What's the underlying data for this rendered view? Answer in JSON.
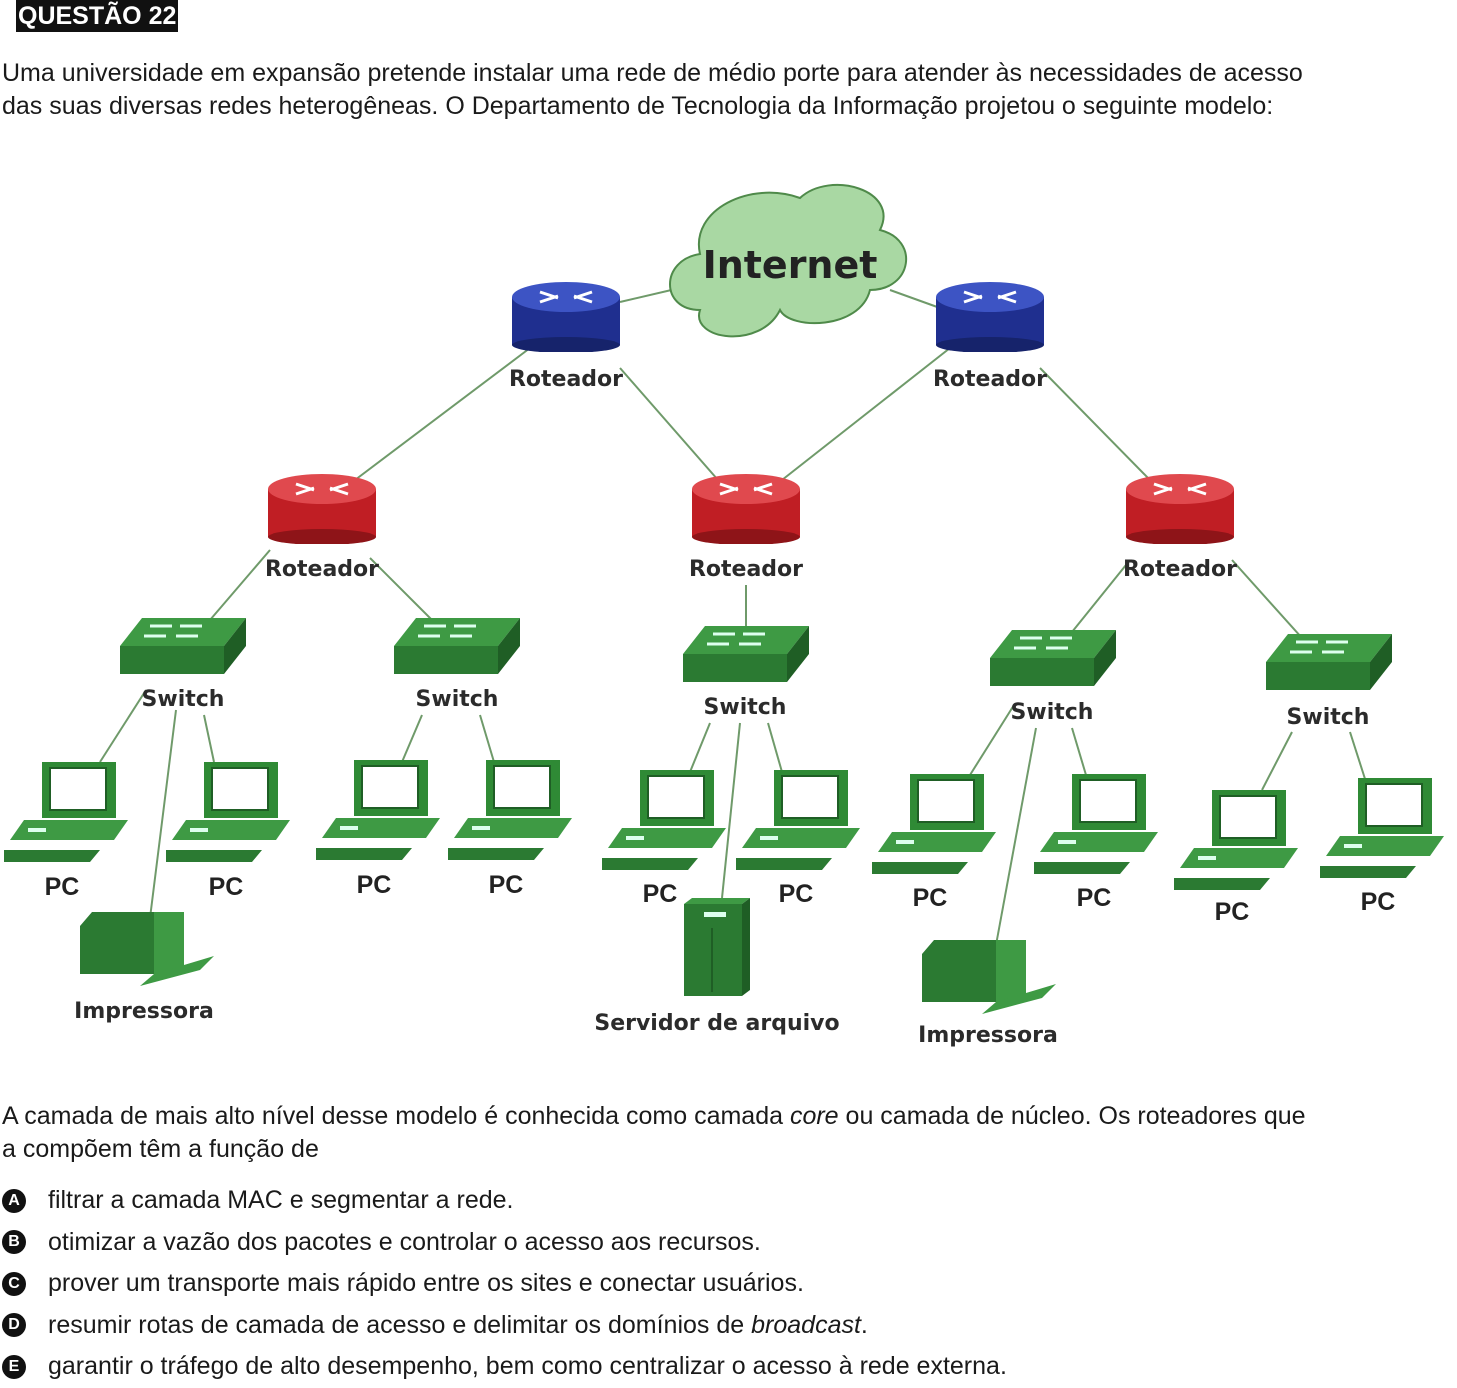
{
  "question": {
    "title": "QUESTÃO 22",
    "intro_line1": "Uma universidade em expansão pretende instalar uma rede de médio porte para atender às necessidades de acesso",
    "intro_line2": "das suas diversas redes heterogêneas. O Departamento de Tecnologia da Informação projetou o seguinte modelo:",
    "stem_line1_a": "A camada de mais alto nível desse modelo é conhecida como camada ",
    "stem_line1_em": "core",
    "stem_line1_b": " ou camada de núcleo. Os roteadores que",
    "stem_line2": "a compõem têm a função de"
  },
  "diagram": {
    "internet": "Internet",
    "router": "Roteador",
    "switch": "Switch",
    "pc": "PC",
    "printer": "Impressora",
    "server": "Servidor de arquivo",
    "colors": {
      "core_router": "#2a3fa8",
      "dist_router": "#d0282e",
      "device": "#2f8a35",
      "cloud": "#a9d8a3",
      "line": "#6f9a6a"
    }
  },
  "options": [
    {
      "letter": "A",
      "text": "filtrar a camada MAC e segmentar a rede."
    },
    {
      "letter": "B",
      "text": "otimizar a vazão dos pacotes e controlar o acesso aos recursos."
    },
    {
      "letter": "C",
      "text": "prover um transporte mais rápido entre os sites e conectar usuários."
    },
    {
      "letter": "D",
      "text_a": "resumir rotas de camada de acesso e delimitar os domínios de ",
      "text_em": "broadcast",
      "text_b": "."
    },
    {
      "letter": "E",
      "text": "garantir o tráfego de alto desempenho, bem como centralizar o acesso à rede externa."
    }
  ]
}
